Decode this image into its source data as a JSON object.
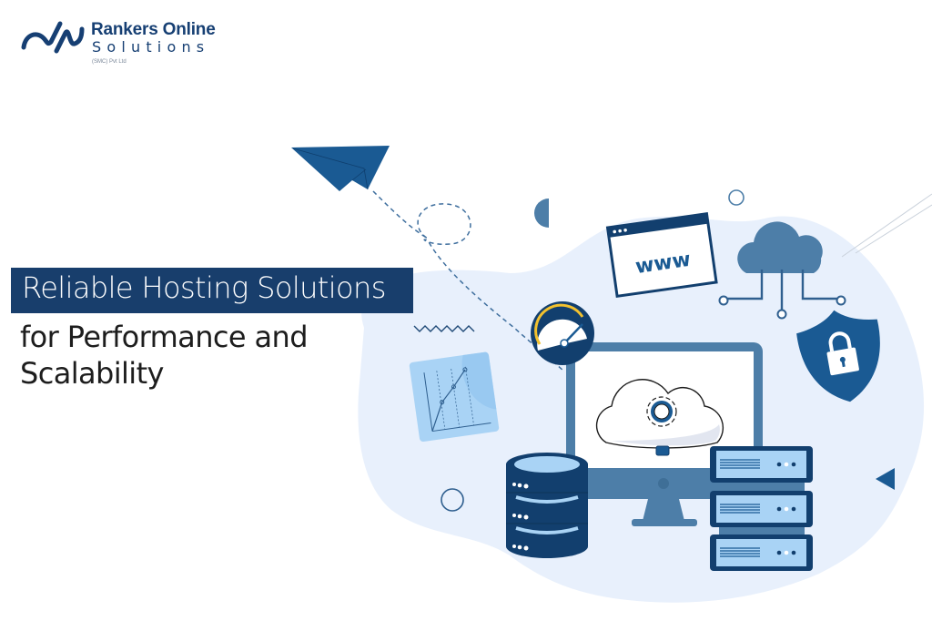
{
  "brand": {
    "name": "Rankers Online",
    "sub": "Solutions",
    "legal": "(SMC) Pvt Ltd",
    "color": "#163f73"
  },
  "headline": {
    "highlight": "Reliable Hosting Solutions",
    "line2": "for Performance and",
    "line3": "Scalability",
    "highlight_bg": "#183e6c"
  },
  "illustration": {
    "browser_text": "www",
    "icons": [
      "paper-plane-icon",
      "browser-window-icon",
      "cloud-network-icon",
      "shield-lock-icon",
      "speedometer-icon",
      "monitor-icon",
      "cloud-gear-icon",
      "database-icon",
      "server-rack-icon",
      "chart-card-icon"
    ],
    "colors": {
      "primary": "#1a5a93",
      "dark": "#123f6e",
      "steel": "#4d7ea8",
      "light": "#a9d3f5",
      "blob": "#e8f0fc",
      "gauge": "#f2c12e"
    }
  }
}
